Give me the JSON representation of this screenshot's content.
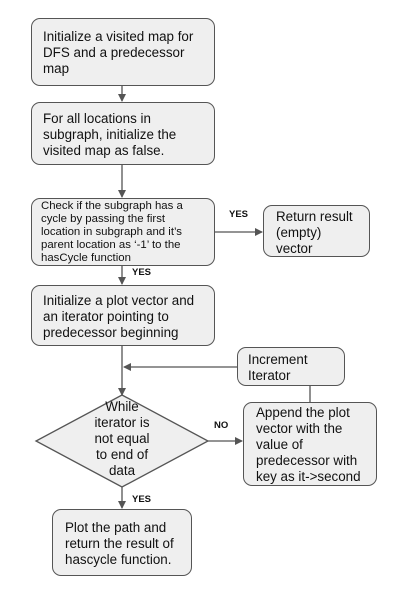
{
  "nodes": {
    "init_visited": "Initialize a visited map for\nDFS and a predecessor\nmap",
    "for_all": "For all locations in\nsubgraph, initialize the\nvisited map as false.",
    "check_cycle": "Check if the subgraph has a\ncycle by passing the first\nlocation in subgraph and it’s\nparent location as ‘-1’ to the\nhasCycle function",
    "return_empty": "Return result\n(empty)\nvector",
    "init_plot": "Initialize a plot vector and\nan iterator pointing to\npredecessor beginning",
    "increment": "Increment\nIterator",
    "while_cond": "While\niterator is\nnot equal\nto end of\ndata",
    "append": "Append the plot\nvector with the\nvalue of\npredecessor with\nkey as it->second",
    "plot_path": "Plot the path and\nreturn the result of\nhascycle function."
  },
  "edge_labels": {
    "yes_return": "YES",
    "yes_continue": "YES",
    "no_loop": "NO",
    "yes_exit": "YES"
  }
}
